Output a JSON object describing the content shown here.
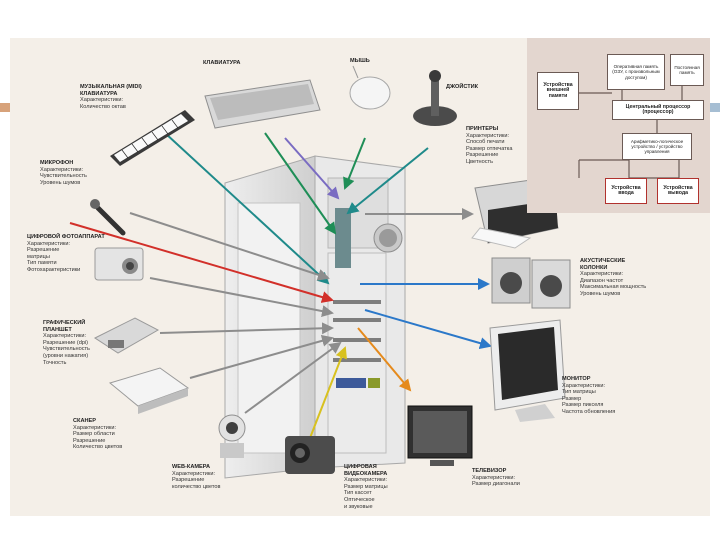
{
  "colors": {
    "background": "#f4efe8",
    "scheme_bg": "#e3d6cf",
    "accent_red": "#b1322e",
    "left_bar": "#d7a27a",
    "right_bar": "#a6bed3"
  },
  "devices": {
    "synth": {
      "title": "МУЗЫКАЛЬНАЯ (MIDI) КЛАВИАТУРА",
      "props": [
        "Характеристики:",
        "Количество октав"
      ]
    },
    "keyboard": {
      "title": "КЛАВИАТУРА",
      "props": []
    },
    "mouse": {
      "title": "МЫШЬ",
      "props": []
    },
    "joystick": {
      "title": "ДЖОЙСТИК",
      "props": []
    },
    "printer": {
      "title": "ПРИНТЕРЫ",
      "props": [
        "Характеристики:",
        "Способ печати",
        "Размер отпечатка",
        "Разрешение",
        "Цветность"
      ]
    },
    "mic": {
      "title": "МИКРОФОН",
      "props": [
        "Характеристики:",
        "Чувствительность",
        "Уровень шумов"
      ]
    },
    "camera": {
      "title": "ЦИФРОВОЙ ФОТОАППАРАТ",
      "props": [
        "Характеристики:",
        "Разрешение",
        "матрицы",
        "Тип памяти",
        "Фотохарактеристики"
      ]
    },
    "speakers": {
      "title": "АКУСТИЧЕСКИЕ КОЛОНКИ",
      "props": [
        "Характеристики:",
        "Диапазон частот",
        "Максимальная мощность",
        "Уровень шумов"
      ]
    },
    "tablet": {
      "title": "ГРАФИЧЕСКИЙ ПЛАНШЕТ",
      "props": [
        "Характеристики:",
        "Разрешение (dpi)",
        "Чувствительность",
        "(уровни нажатия)",
        "Точность"
      ]
    },
    "monitor": {
      "title": "МОНИТОР",
      "props": [
        "Характеристики:",
        "Тип матрицы",
        "Размер",
        "Размер пикселя",
        "Частота обновления"
      ]
    },
    "scanner": {
      "title": "СКАНЕР",
      "props": [
        "Характеристики:",
        "Размер области",
        "Разрешение",
        "Количество цветов"
      ]
    },
    "webcam": {
      "title": "WEB-КАМЕРА",
      "props": [
        "Характеристики:",
        "Разрешение",
        "количество цветов"
      ]
    },
    "camcorder": {
      "title": "ЦИФРОВАЯ ВИДЕОКАМЕРА",
      "props": [
        "Характеристики:",
        "Размер матрицы",
        "Тип кассет",
        "Оптическое",
        "и звуковые"
      ]
    },
    "tv": {
      "title": "ТЕЛЕВИЗОР",
      "props": [
        "Характеристики:",
        "Размер диагонали"
      ]
    }
  },
  "scheme": {
    "external_memory": "Устройства внешней памяти",
    "ram": "Оперативная память (ОЗУ, с произвольным доступом)",
    "rom": "Постоянная память",
    "cpu": "Центральный процессор (процессор)",
    "cu": "Арифметико-логическое устройство / устройство управления",
    "input": "Устройства ввода",
    "output": "Устройства вывода"
  }
}
